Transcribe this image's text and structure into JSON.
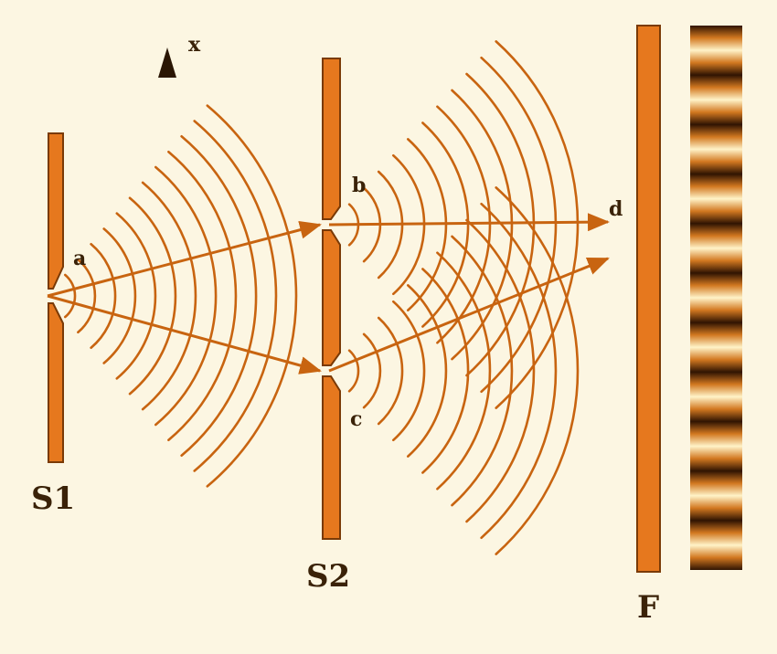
{
  "labels": {
    "s1": "S1",
    "s2": "S2",
    "f": "F",
    "a": "a",
    "b": "b",
    "c": "c",
    "d": "d",
    "x": "x"
  },
  "colors": {
    "background": "#fcf6e2",
    "wave": "#c86410",
    "barrier": "#e6781e",
    "barrier_edge": "#7a3a06",
    "fringe_bright": "#fff3c8",
    "fringe_dark": "#301402",
    "text": "#3a2208"
  },
  "fringe_count": 11
}
